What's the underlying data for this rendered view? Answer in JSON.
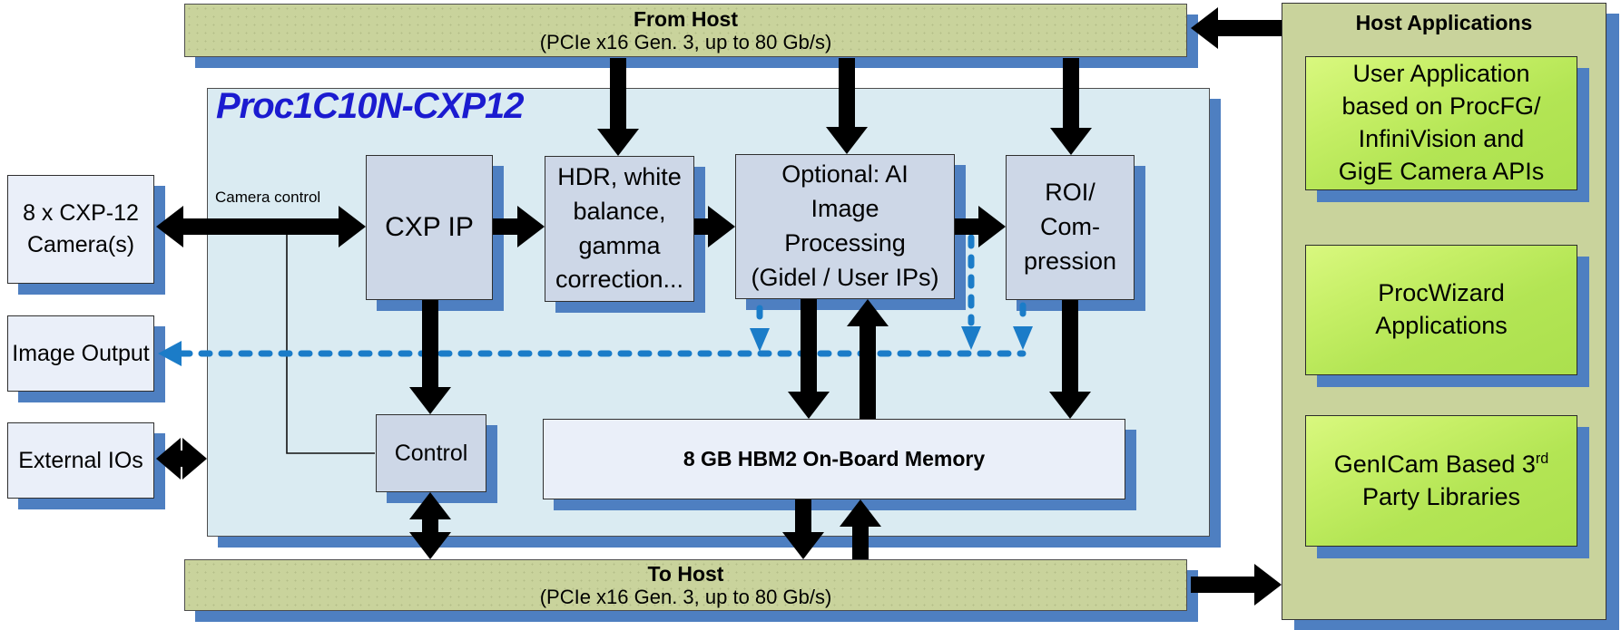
{
  "diagram": {
    "title": "Proc1C10N-CXP12",
    "camera_control_label": "Camera control"
  },
  "bars": {
    "from_host": {
      "title": "From Host",
      "subtitle": "(PCIe x16 Gen. 3, up to 80 Gb/s)"
    },
    "to_host": {
      "title": "To Host",
      "subtitle": "(PCIe x16 Gen. 3, up to 80 Gb/s)"
    }
  },
  "left_boxes": {
    "cameras": "8 x CXP-12\nCamera(s)",
    "image_output": "Image Output",
    "external_ios": "External IOs"
  },
  "processing_boxes": {
    "cxp_ip": "CXP IP",
    "hdr": "HDR, white\nbalance,\ngamma\ncorrection...",
    "ai": "Optional: AI\nImage\nProcessing\n(Gidel / User IPs)",
    "roi": "ROI/\nCom-\npression",
    "control": "Control",
    "memory": "8 GB HBM2 On-Board Memory"
  },
  "host_panel": {
    "title": "Host Applications",
    "user_app": "User Application\nbased on ProcFG/\nInfiniVision and\nGigE Camera APIs",
    "procwizard": "ProcWizard\nApplications",
    "genicam_prefix": "GenICam Based 3",
    "genicam_sup": "rd",
    "genicam_suffix": "Party Libraries"
  },
  "colors": {
    "bar_fill": "#c9d39c",
    "panel_fill": "#c9d39c",
    "main_fill": "#daebf2",
    "block_fill": "#cdd7e7",
    "light_fill": "#eaeff9",
    "green_light": "#d9f87f",
    "green_dark": "#abe04e",
    "shadow": "#4e7fc1",
    "dashed": "#1b7cc8",
    "title": "#1b1bd0",
    "arrow": "#000000",
    "border": "#3a3a3a"
  }
}
